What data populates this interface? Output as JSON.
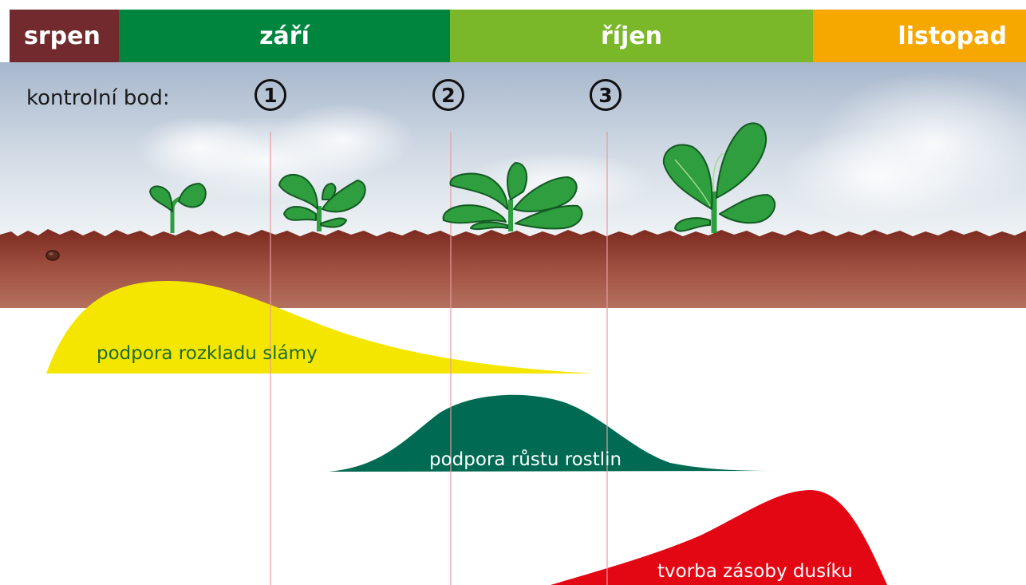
{
  "months": [
    {
      "label": "srpen",
      "color": "#722a2e"
    },
    {
      "label": "září",
      "color": "#00853f"
    },
    {
      "label": "říjen",
      "color": "#7ab829"
    },
    {
      "label": "listopad",
      "color": "#f7a800"
    }
  ],
  "checkpoints": {
    "label": "kontrolní bod:",
    "items": [
      "1",
      "2",
      "3"
    ]
  },
  "curves": [
    {
      "label": "podpora rozkladu slámy",
      "color": "#f5e600"
    },
    {
      "label": "podpora růstu rostlin",
      "color": "#006a52"
    },
    {
      "label": "tvorba zásoby dusíku",
      "color": "#e30613"
    }
  ],
  "colors": {
    "soil_top": "#7c2a1f",
    "soil_bottom": "#b5705e",
    "guide_line": "#e89aa0",
    "leaf": "#2e9e3e",
    "leaf_dark": "#135a23"
  },
  "icons": [
    "seed-icon",
    "seedling-icon",
    "young-plant-icon",
    "leafy-plant-icon",
    "mature-plant-icon"
  ]
}
